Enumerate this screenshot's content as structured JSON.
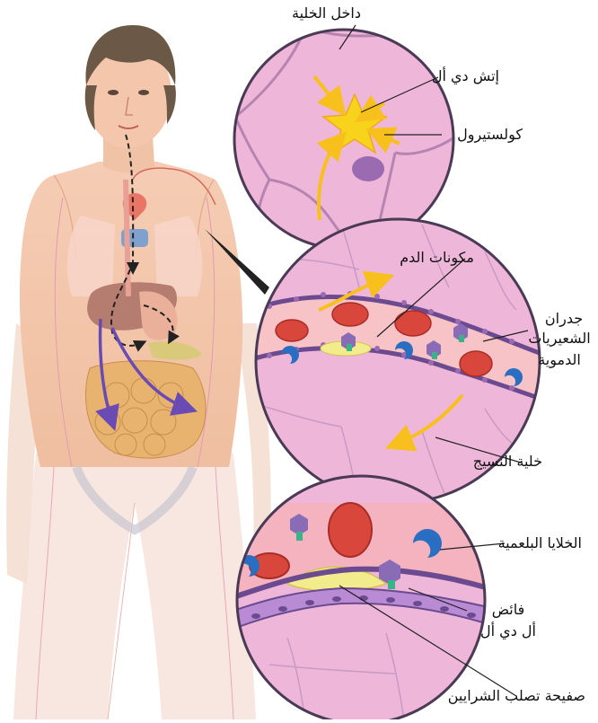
{
  "labels": {
    "inside_cell": "داخل الخلية",
    "hdl": "إتش دي أل",
    "cholesterol": "كولستيرول",
    "blood_components": "مكونات الدم",
    "capillary_walls_1": "جدران",
    "capillary_walls_2": "الشعيريات",
    "capillary_walls_3": "الدموية",
    "tissue_cell": "خلية النسيج",
    "phagocytes": "الخلايا البلعمية",
    "excess_ldl_1": "فائض",
    "excess_ldl_2": "أل دي أل",
    "atherosclerotic_plaque": "صفيحة تصلب الشرايين"
  },
  "colors": {
    "lens_pink": "#eeb6d8",
    "lens_border": "#4a3a55",
    "skin": "#f4c7ac",
    "hair": "#6b5847",
    "rbc": "#d8463c",
    "phagocyte": "#2a6ec2",
    "ldl": "#8a6bb5",
    "plaque": "#f2ec8c",
    "arrow_yellow": "#f8c01c",
    "arrow_purple": "#6a4bb3"
  },
  "icons": [
    "body-figure",
    "magnifier-lens",
    "arrow-icon",
    "red-blood-cell",
    "phagocyte-icon",
    "ldl-particle"
  ]
}
